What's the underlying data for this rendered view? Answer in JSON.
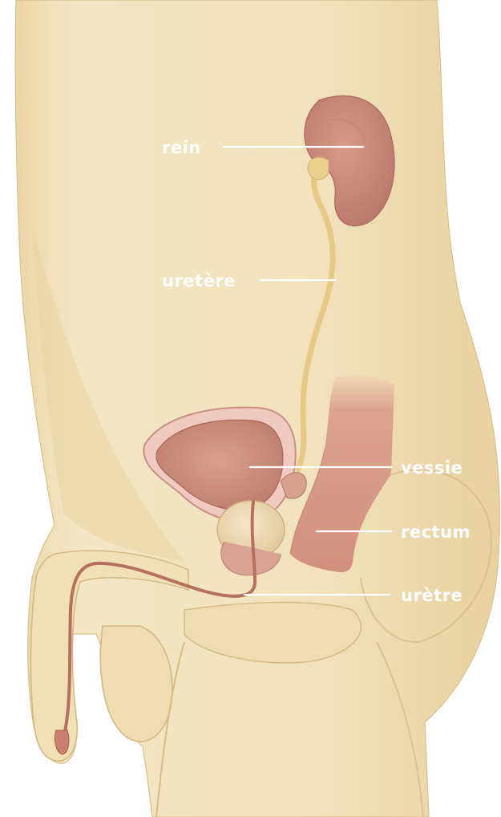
{
  "labels": {
    "kidney": "rein",
    "ureter": "uretère",
    "bladder": "vessie",
    "rectum": "rectum",
    "urethra": "urètre"
  },
  "colors": {
    "skin_light": "#f3e4bf",
    "skin_mid": "#ecd7a9",
    "skin_shadow": "#dcc28c",
    "organ": "#c9897a",
    "organ_dark": "#a8655a",
    "organ_light": "#e2ab9c",
    "ureter": "#e8cf8e",
    "urethra": "#b0705e",
    "label_text": "#ffffff"
  }
}
